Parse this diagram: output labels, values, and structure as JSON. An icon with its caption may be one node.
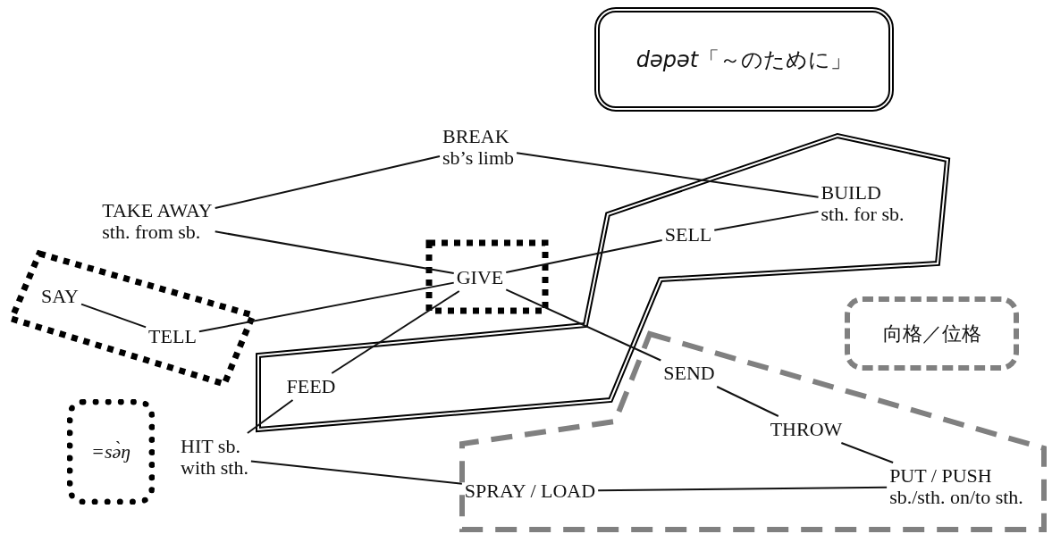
{
  "diagram": {
    "nodes": [
      {
        "text": [
          "BREAK",
          "sb’s limb"
        ]
      },
      {
        "text": [
          "TAKE AWAY",
          "sth. from sb."
        ]
      },
      {
        "text": [
          "BUILD",
          "sth. for sb."
        ]
      },
      {
        "text": [
          "SELL"
        ]
      },
      {
        "text": [
          "SAY"
        ]
      },
      {
        "text": [
          "GIVE"
        ]
      },
      {
        "text": [
          "TELL"
        ]
      },
      {
        "text": [
          "FEED"
        ]
      },
      {
        "text": [
          "SEND"
        ]
      },
      {
        "text": [
          "THROW"
        ]
      },
      {
        "text": [
          "HIT sb.",
          "with sth."
        ]
      },
      {
        "text": [
          "SPRAY / LOAD"
        ]
      },
      {
        "text": [
          "PUT / PUSH",
          "sb./sth. on/to sth."
        ]
      }
    ],
    "edges": [
      {
        "from": 1,
        "to": 0,
        "arrow": "none"
      },
      {
        "from": 0,
        "to": 2,
        "arrow": "none"
      },
      {
        "from": 1,
        "to": 5,
        "arrow": "none"
      },
      {
        "from": 3,
        "to": 2,
        "arrow": "none"
      },
      {
        "from": 5,
        "to": 3,
        "arrow": "none"
      },
      {
        "from": 4,
        "to": 6,
        "arrow": "none"
      },
      {
        "from": 6,
        "to": 5,
        "arrow": "none"
      },
      {
        "from": 7,
        "to": 5,
        "arrow": "none"
      },
      {
        "from": 5,
        "to": 8,
        "arrow": "none"
      },
      {
        "from": 10,
        "to": 7,
        "arrow": "none"
      },
      {
        "from": 8,
        "to": 9,
        "arrow": "none"
      },
      {
        "from": 9,
        "to": 12,
        "arrow": "none"
      },
      {
        "from": 10,
        "to": 11,
        "arrow": "none"
      },
      {
        "from": 11,
        "to": 12,
        "arrow": "none"
      }
    ],
    "legend": [
      {
        "text": "*dəpət*「～のために」"
      },
      {
        "text": "向格／位格"
      },
      {
        "text": "=sə̀ŋ"
      }
    ]
  }
}
